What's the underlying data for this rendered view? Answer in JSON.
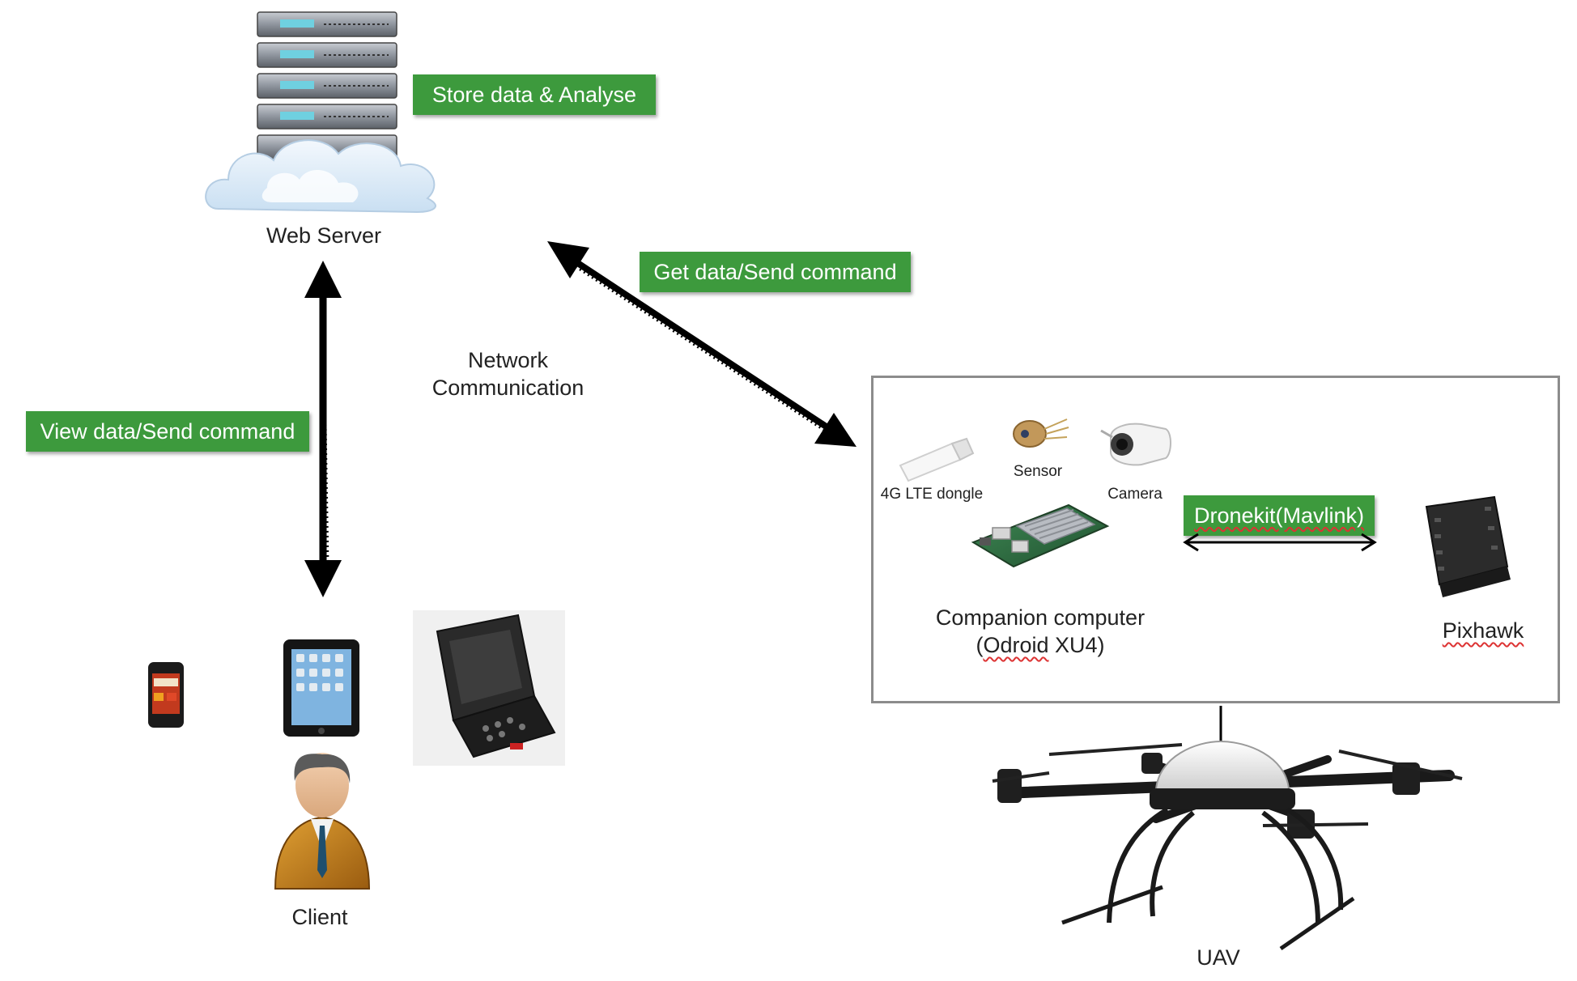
{
  "colors": {
    "tag_green": "#3d9a3d",
    "arrow": "#000000",
    "box_border": "#8c8c8c"
  },
  "icons": [
    "server-rack-icon",
    "cloud-icon",
    "smartphone-icon",
    "tablet-icon",
    "rugged-case-icon",
    "user-avatar-icon",
    "usb-dongle-icon",
    "sensor-icon",
    "camera-icon",
    "board-computer-icon",
    "flight-controller-icon",
    "drone-icon"
  ],
  "labels": {
    "web_server": "Web Server",
    "store_tag": "Store data & Analyse",
    "get_data_tag": "Get data/Send command",
    "network_line1": "Network",
    "network_line2": "Communication",
    "view_data_tag": "View data/Send command",
    "client": "Client",
    "dongle": "4G LTE dongle",
    "sensor": "Sensor",
    "camera": "Camera",
    "dronekit_tag": "Dronekit(Mavlink)",
    "companion_line1": "Companion computer",
    "companion_line2_prefix": "(",
    "companion_line2_word": "Odroid",
    "companion_line2_suffix": " XU4)",
    "pixhawk": "Pixhawk",
    "uav": "UAV"
  }
}
